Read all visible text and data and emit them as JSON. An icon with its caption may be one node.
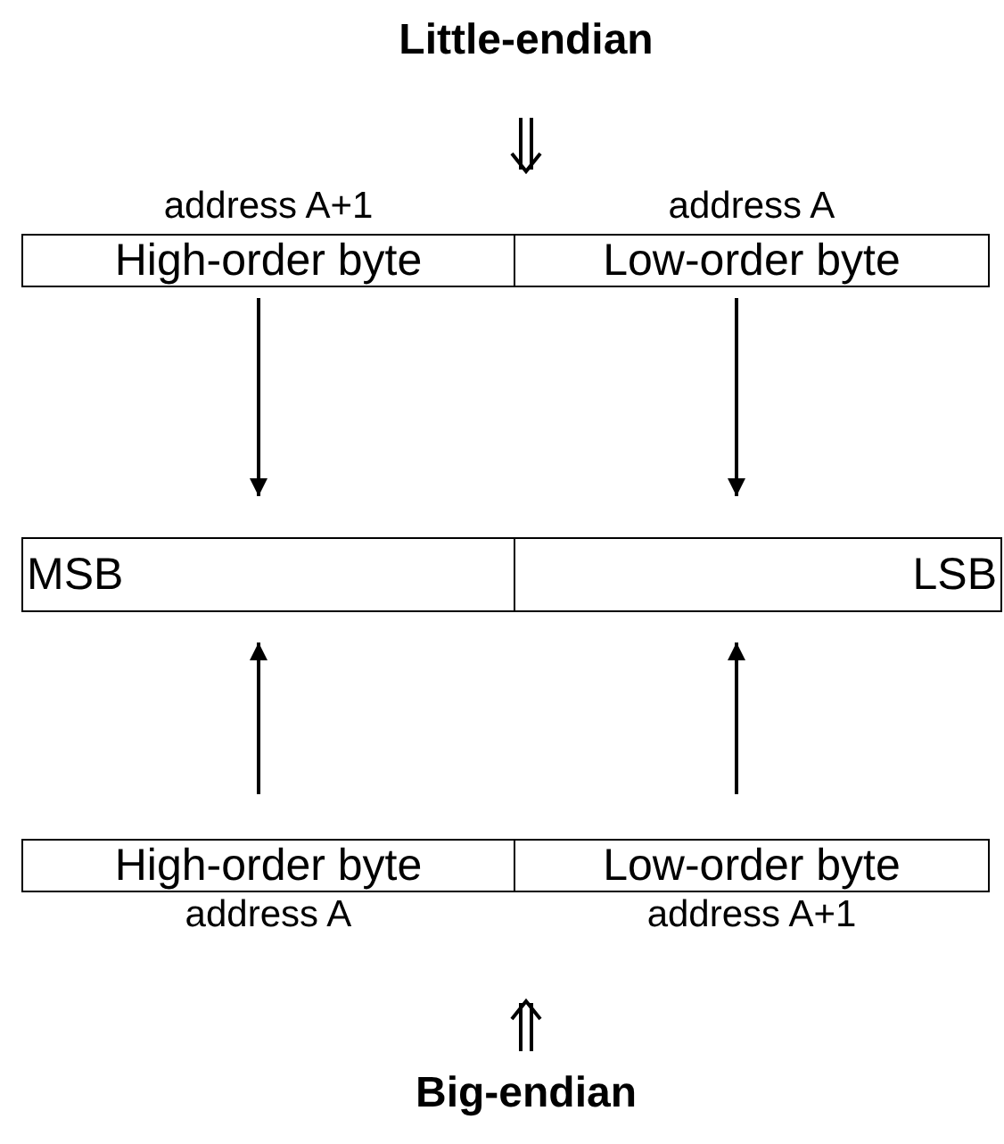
{
  "diagram": {
    "nodes": [
      {
        "text": [
          "Little-endian"
        ]
      },
      {
        "text": [
          "High-order byte"
        ],
        "beside": [
          "address A+1"
        ]
      },
      {
        "text": [
          "Low-order byte"
        ],
        "beside": [
          "address A"
        ]
      },
      {
        "text": [
          "MSB"
        ]
      },
      {
        "text": [
          "LSB"
        ]
      },
      {
        "text": [
          "High-order byte"
        ],
        "beside": [
          "address A"
        ]
      },
      {
        "text": [
          "Low-order byte"
        ],
        "beside": [
          "address A+1"
        ]
      },
      {
        "text": [
          "Big-endian"
        ]
      }
    ],
    "edges": [
      {
        "from": 1,
        "to": 3,
        "arrow": "to"
      },
      {
        "from": 2,
        "to": 4,
        "arrow": "to"
      },
      {
        "from": 5,
        "to": 3,
        "arrow": "to"
      },
      {
        "from": 6,
        "to": 4,
        "arrow": "to"
      }
    ]
  }
}
